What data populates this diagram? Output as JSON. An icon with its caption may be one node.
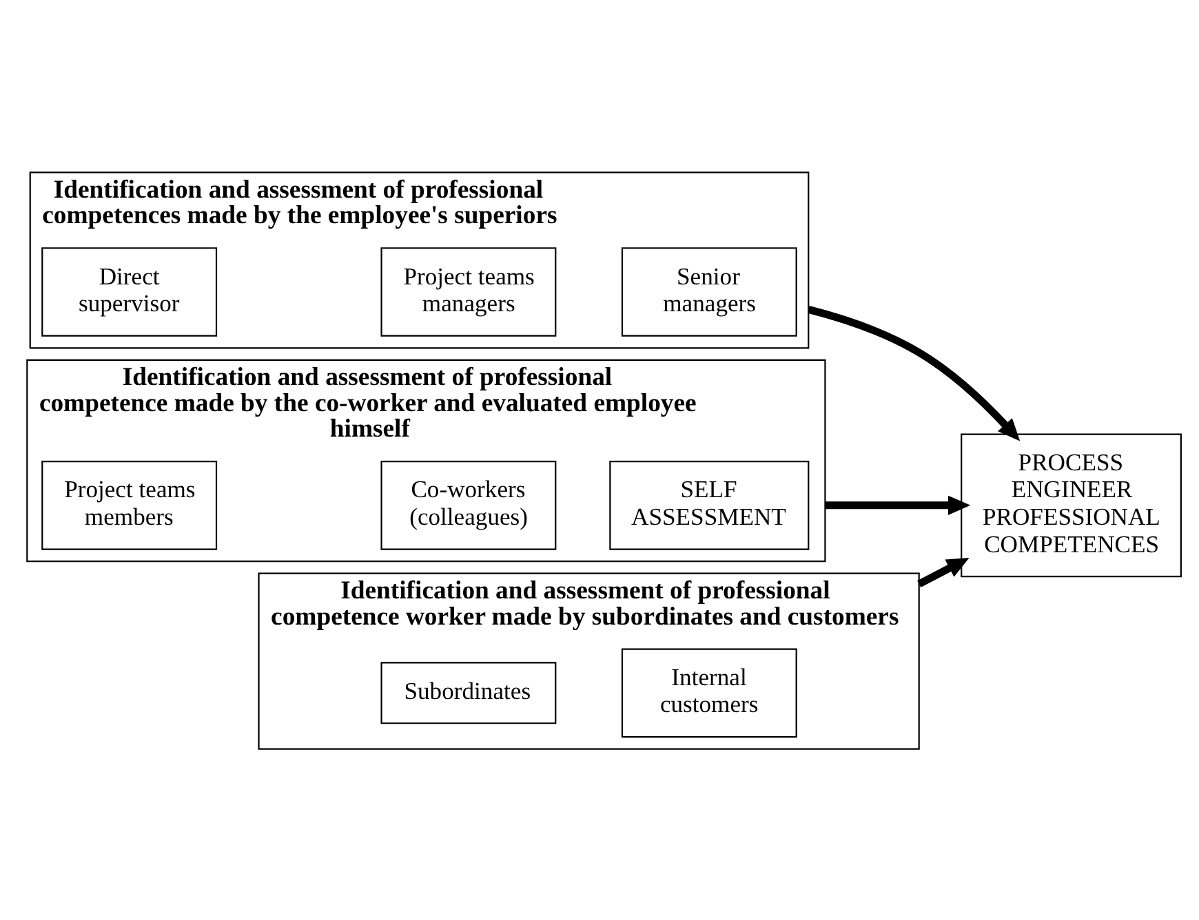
{
  "diagram": {
    "nodes": [
      {
        "text": [
          "Identification and assessment of professional competences made by the employee's superiors"
        ]
      },
      {
        "text": [
          "Direct supervisor"
        ],
        "in": 0
      },
      {
        "text": [
          "Project teams managers"
        ],
        "in": 0
      },
      {
        "text": [
          "Senior managers"
        ],
        "in": 0
      },
      {
        "text": [
          "Identification and assessment of professional competence made by the co-worker and evaluated employee himself"
        ]
      },
      {
        "text": [
          "Project teams members"
        ],
        "in": 4
      },
      {
        "text": [
          "Co-workers (colleagues)"
        ],
        "in": 4
      },
      {
        "text": [
          "SELF ASSESSMENT"
        ],
        "in": 4
      },
      {
        "text": [
          "Identification and assessment of professional competence worker made by subordinates and customers"
        ]
      },
      {
        "text": [
          "Subordinates"
        ],
        "in": 8
      },
      {
        "text": [
          "Internal customers"
        ],
        "in": 8
      },
      {
        "text": [
          "PROCESS ENGINEER PROFESSIONAL COMPETENCES"
        ]
      }
    ],
    "edges": [
      {
        "from": 0,
        "to": 11,
        "arrow": "to"
      },
      {
        "from": 4,
        "to": 11,
        "arrow": "to"
      },
      {
        "from": 8,
        "to": 11,
        "arrow": "to"
      }
    ]
  }
}
